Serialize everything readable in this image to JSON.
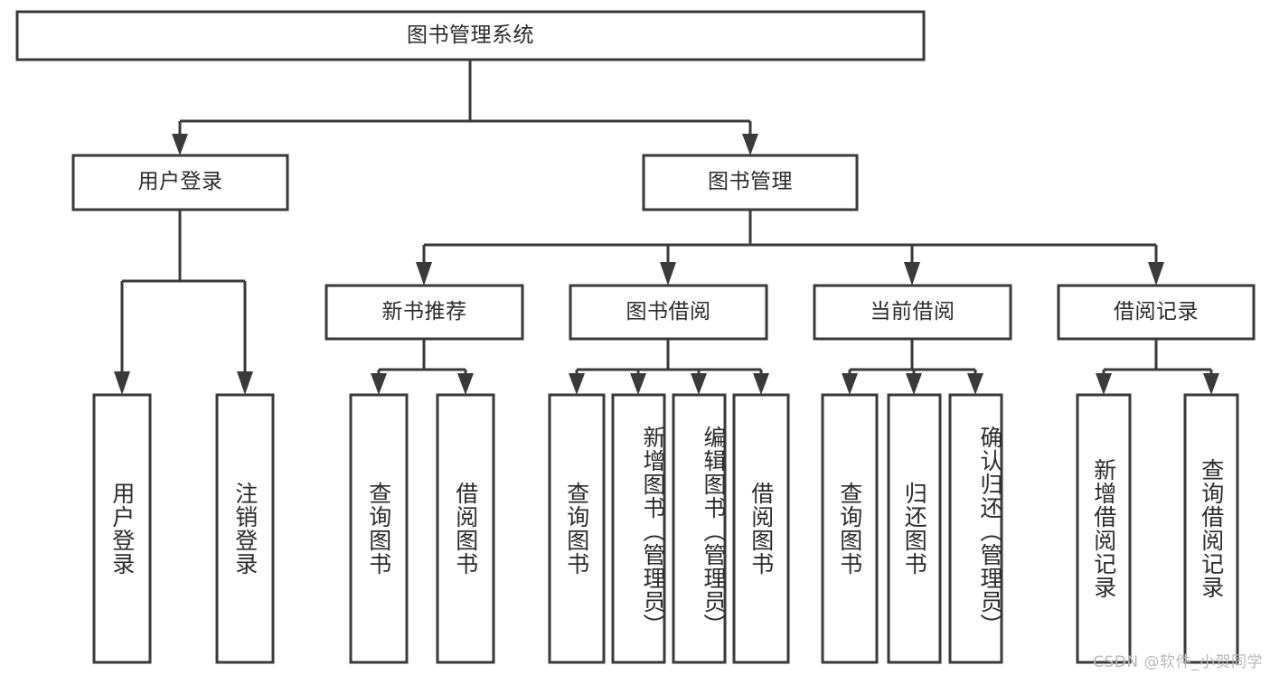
{
  "diagram": {
    "type": "tree-hierarchy-flowchart",
    "title_node": {
      "id": "root",
      "label": "图书管理系统"
    },
    "level2": [
      {
        "id": "user-login",
        "label": "用户登录"
      },
      {
        "id": "book-manage",
        "label": "图书管理"
      }
    ],
    "level3": [
      {
        "id": "new-book-rec",
        "label": "新书推荐",
        "parent": "book-manage"
      },
      {
        "id": "book-borrow",
        "label": "图书借阅",
        "parent": "book-manage"
      },
      {
        "id": "current-borrow",
        "label": "当前借阅",
        "parent": "book-manage"
      },
      {
        "id": "borrow-record",
        "label": "借阅记录",
        "parent": "book-manage"
      }
    ],
    "leaves": [
      {
        "id": "leaf-user-login",
        "label": "用户登录",
        "parent": "user-login"
      },
      {
        "id": "leaf-logout",
        "label": "注销登录",
        "parent": "user-login"
      },
      {
        "id": "leaf-query-book-1",
        "label": "查询图书",
        "parent": "new-book-rec"
      },
      {
        "id": "leaf-borrow-book-1",
        "label": "借阅图书",
        "parent": "new-book-rec"
      },
      {
        "id": "leaf-query-book-2",
        "label": "查询图书",
        "parent": "book-borrow"
      },
      {
        "id": "leaf-add-book",
        "label": "新增图书（管理员）",
        "parent": "book-borrow"
      },
      {
        "id": "leaf-edit-book",
        "label": "编辑图书（管理员）",
        "parent": "book-borrow"
      },
      {
        "id": "leaf-borrow-book-2",
        "label": "借阅图书",
        "parent": "book-borrow"
      },
      {
        "id": "leaf-query-book-3",
        "label": "查询图书",
        "parent": "current-borrow"
      },
      {
        "id": "leaf-return-book",
        "label": "归还图书",
        "parent": "current-borrow"
      },
      {
        "id": "leaf-confirm-return",
        "label": "确认归还（管理员）",
        "parent": "current-borrow"
      },
      {
        "id": "leaf-add-record",
        "label": "新增借阅记录",
        "parent": "borrow-record"
      },
      {
        "id": "leaf-query-record",
        "label": "查询借阅记录",
        "parent": "borrow-record"
      }
    ]
  },
  "watermark": {
    "text": "CSDN @软件_小贺同学"
  },
  "colors": {
    "stroke": "#3a3a3a",
    "box_fill": "#ffffff",
    "text": "#2b2b2b",
    "background": "#ffffff",
    "watermark": "#b9b9b9"
  }
}
